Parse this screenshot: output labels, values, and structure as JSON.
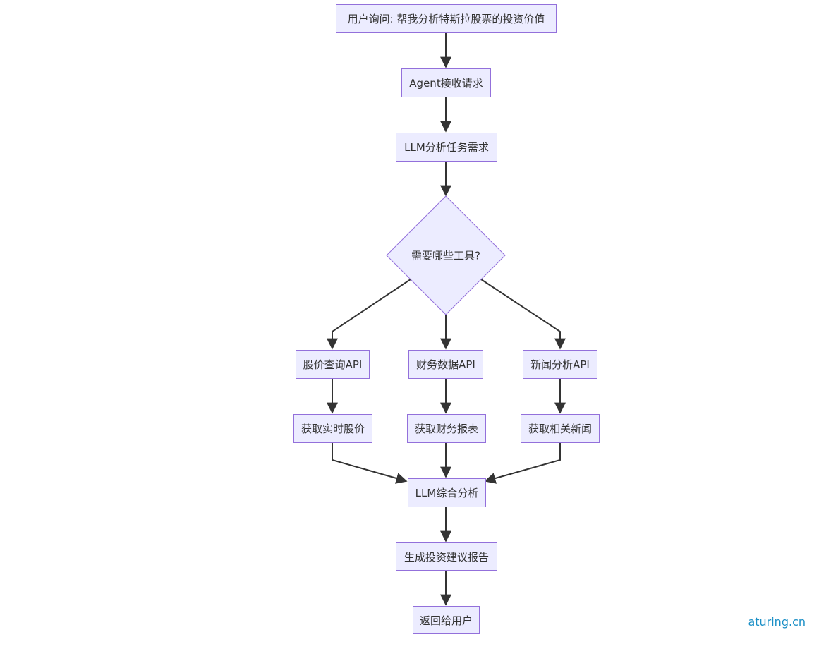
{
  "nodes": {
    "user_query": "用户询问: 帮我分析特斯拉股票的投资价值",
    "agent_receive": "Agent接收请求",
    "llm_analyze_task": "LLM分析任务需求",
    "decision_tools": "需要哪些工具?",
    "stock_price_api": "股价查询API",
    "financial_data_api": "财务数据API",
    "news_analysis_api": "新闻分析API",
    "get_realtime_price": "获取实时股价",
    "get_financial_report": "获取财务报表",
    "get_related_news": "获取相关新闻",
    "llm_synthesis": "LLM综合分析",
    "generate_report": "生成投资建议报告",
    "return_user": "返回给用户"
  },
  "colors": {
    "node_fill": "#ececff",
    "node_border": "#9370db",
    "edge": "#333333",
    "text": "#333333",
    "watermark": "#1a8fc6"
  },
  "watermark": "aturing.cn"
}
